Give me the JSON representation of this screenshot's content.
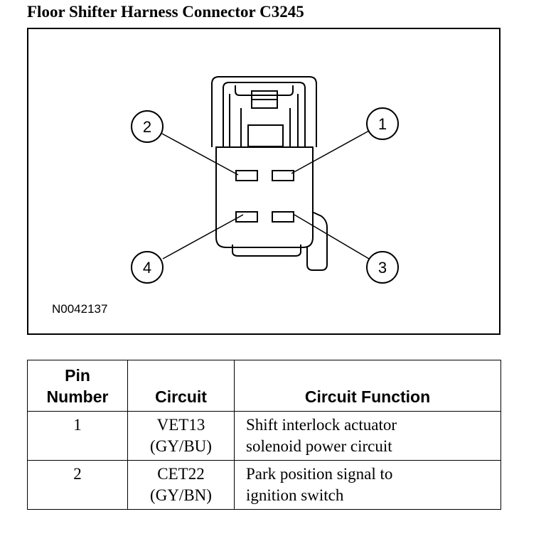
{
  "title": "Floor Shifter Harness Connector C3245",
  "diagram": {
    "figure_id": "N0042137",
    "callouts": [
      "1",
      "2",
      "3",
      "4"
    ]
  },
  "table": {
    "headers": {
      "pin_line1": "Pin",
      "pin_line2": "Number",
      "circuit": "Circuit",
      "function": "Circuit Function"
    },
    "rows": [
      {
        "pin": "1",
        "circuit_line1": "VET13",
        "circuit_line2": "(GY/BU)",
        "function_line1": "Shift interlock actuator",
        "function_line2": "solenoid power circuit"
      },
      {
        "pin": "2",
        "circuit_line1": "CET22",
        "circuit_line2": "(GY/BN)",
        "function_line1": "Park position signal to",
        "function_line2": "ignition switch"
      }
    ]
  }
}
